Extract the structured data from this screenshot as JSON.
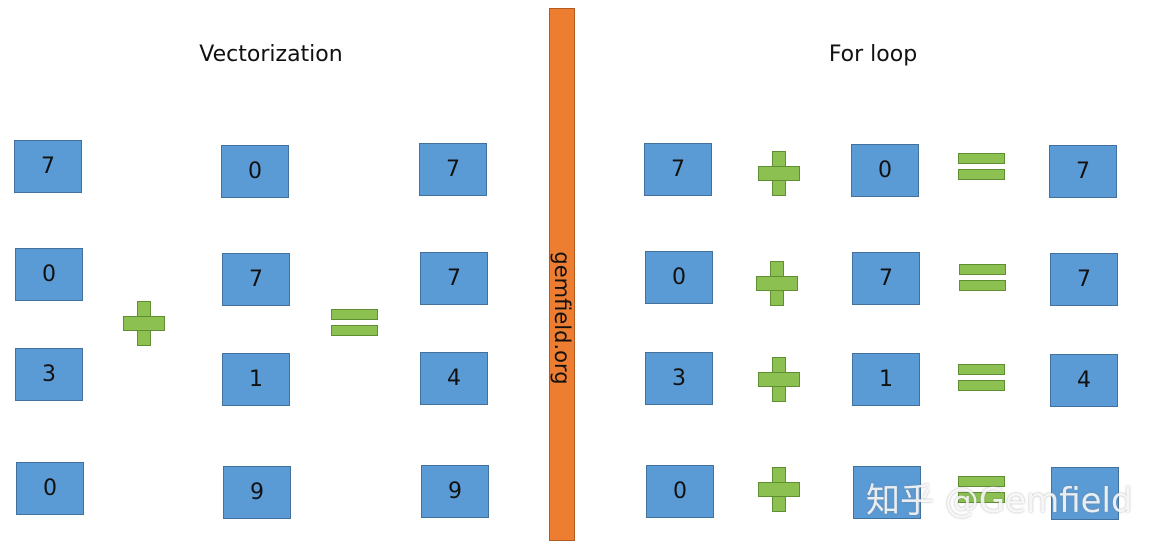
{
  "titles": {
    "left": "Vectorization",
    "right": "For loop"
  },
  "divider": {
    "text": "gemfield.org",
    "color": "#ed7d31"
  },
  "colors": {
    "box": "#5b9bd5",
    "operator": "#8cc152"
  },
  "vectorization": {
    "a": [
      "7",
      "0",
      "3",
      "0"
    ],
    "b": [
      "0",
      "7",
      "1",
      "9"
    ],
    "result": [
      "7",
      "7",
      "4",
      "9"
    ]
  },
  "for_loop": {
    "rows": [
      {
        "a": "7",
        "b": "0",
        "result": "7"
      },
      {
        "a": "0",
        "b": "7",
        "result": "7"
      },
      {
        "a": "3",
        "b": "1",
        "result": "4"
      },
      {
        "a": "0",
        "b": "",
        "result": ""
      }
    ]
  },
  "watermark": "知乎 @Gemfield"
}
